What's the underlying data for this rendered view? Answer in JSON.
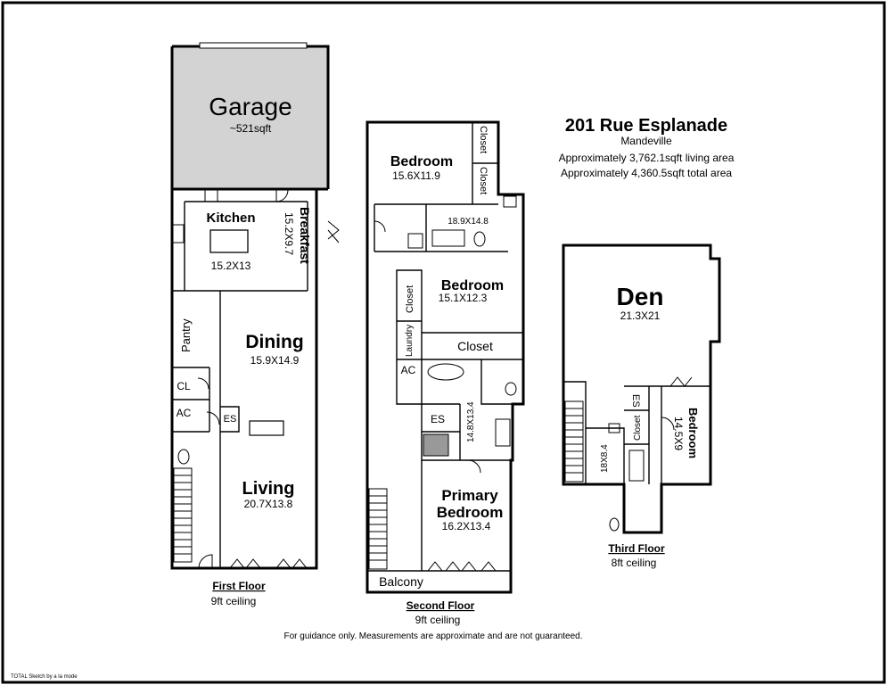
{
  "header": {
    "address": "201 Rue Esplanade",
    "city": "Mandeville",
    "living_area": "Approximately 3,762.1sqft living area",
    "total_area": "Approximately 4,360.5sqft total area"
  },
  "first_floor": {
    "title": "First Floor",
    "ceiling": "9ft ceiling",
    "garage_name": "Garage",
    "garage_area": "~521sqft",
    "kitchen_name": "Kitchen",
    "kitchen_dim": "15.2X13",
    "breakfast_name": "Breakfast",
    "breakfast_dim": "15.2X9.7",
    "pantry": "Pantry",
    "cl": "CL",
    "ac": "AC",
    "es": "ES",
    "dining_name": "Dining",
    "dining_dim": "15.9X14.9",
    "living_name": "Living",
    "living_dim": "20.7X13.8"
  },
  "second_floor": {
    "title": "Second Floor",
    "ceiling": "9ft ceiling",
    "bedroom1_name": "Bedroom",
    "bedroom1_dim": "15.6X11.9",
    "closet1": "Closet",
    "closet2": "Closet",
    "bath_dim": "18.9X14.8",
    "bedroom2_name": "Bedroom",
    "bedroom2_dim": "15.1X12.3",
    "closet3": "Closet",
    "laundry": "Laundry",
    "closet4": "Closet",
    "ac": "AC",
    "es": "ES",
    "bath2_dim": "14.8X13.4",
    "primary_name_line1": "Primary",
    "primary_name_line2": "Bedroom",
    "primary_dim": "16.2X13.4",
    "balcony": "Balcony"
  },
  "third_floor": {
    "title": "Third Floor",
    "ceiling": "8ft ceiling",
    "den_name": "Den",
    "den_dim": "21.3X21",
    "es": "ES",
    "closet": "Closet",
    "bedroom_name": "Bedroom",
    "bedroom_dim": "14.5X9",
    "hall_dim": "18X8.4"
  },
  "footer": {
    "disclaimer": "For guidance only. Measurements are approximate and are not guaranteed.",
    "credit": "TOTAL Sketch by a la mode"
  },
  "colors": {
    "garage_fill": "#d3d3d3",
    "wall": "#000000",
    "background": "#ffffff"
  }
}
